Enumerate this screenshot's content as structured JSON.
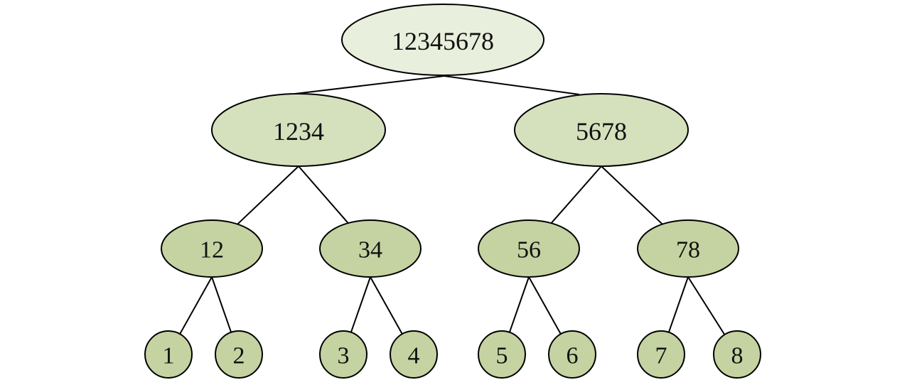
{
  "nodes": [
    {
      "id": "root",
      "label": "12345678",
      "level": 0,
      "color": "#E8EFDC"
    },
    {
      "id": "n1234",
      "label": "1234",
      "level": 1,
      "color": "#D5E1BD"
    },
    {
      "id": "n5678",
      "label": "5678",
      "level": 1,
      "color": "#D5E1BD"
    },
    {
      "id": "n12",
      "label": "12",
      "level": 2,
      "color": "#C4D3A1"
    },
    {
      "id": "n34",
      "label": "34",
      "level": 2,
      "color": "#C4D3A1"
    },
    {
      "id": "n56",
      "label": "56",
      "level": 2,
      "color": "#C4D3A1"
    },
    {
      "id": "n78",
      "label": "78",
      "level": 2,
      "color": "#C4D3A1"
    },
    {
      "id": "n1",
      "label": "1",
      "level": 3,
      "color": "#C4D3A1"
    },
    {
      "id": "n2",
      "label": "2",
      "level": 3,
      "color": "#C4D3A1"
    },
    {
      "id": "n3",
      "label": "3",
      "level": 3,
      "color": "#C4D3A1"
    },
    {
      "id": "n4",
      "label": "4",
      "level": 3,
      "color": "#C4D3A1"
    },
    {
      "id": "n5",
      "label": "5",
      "level": 3,
      "color": "#C4D3A1"
    },
    {
      "id": "n6",
      "label": "6",
      "level": 3,
      "color": "#C4D3A1"
    },
    {
      "id": "n7",
      "label": "7",
      "level": 3,
      "color": "#C4D3A1"
    },
    {
      "id": "n8",
      "label": "8",
      "level": 3,
      "color": "#C4D3A1"
    }
  ],
  "edges": [
    {
      "from": "root",
      "to": "n1234"
    },
    {
      "from": "root",
      "to": "n5678"
    },
    {
      "from": "n1234",
      "to": "n12"
    },
    {
      "from": "n1234",
      "to": "n34"
    },
    {
      "from": "n5678",
      "to": "n56"
    },
    {
      "from": "n5678",
      "to": "n78"
    },
    {
      "from": "n12",
      "to": "n1"
    },
    {
      "from": "n12",
      "to": "n2"
    },
    {
      "from": "n34",
      "to": "n3"
    },
    {
      "from": "n34",
      "to": "n4"
    },
    {
      "from": "n56",
      "to": "n5"
    },
    {
      "from": "n56",
      "to": "n6"
    },
    {
      "from": "n78",
      "to": "n7"
    },
    {
      "from": "n78",
      "to": "n8"
    }
  ]
}
